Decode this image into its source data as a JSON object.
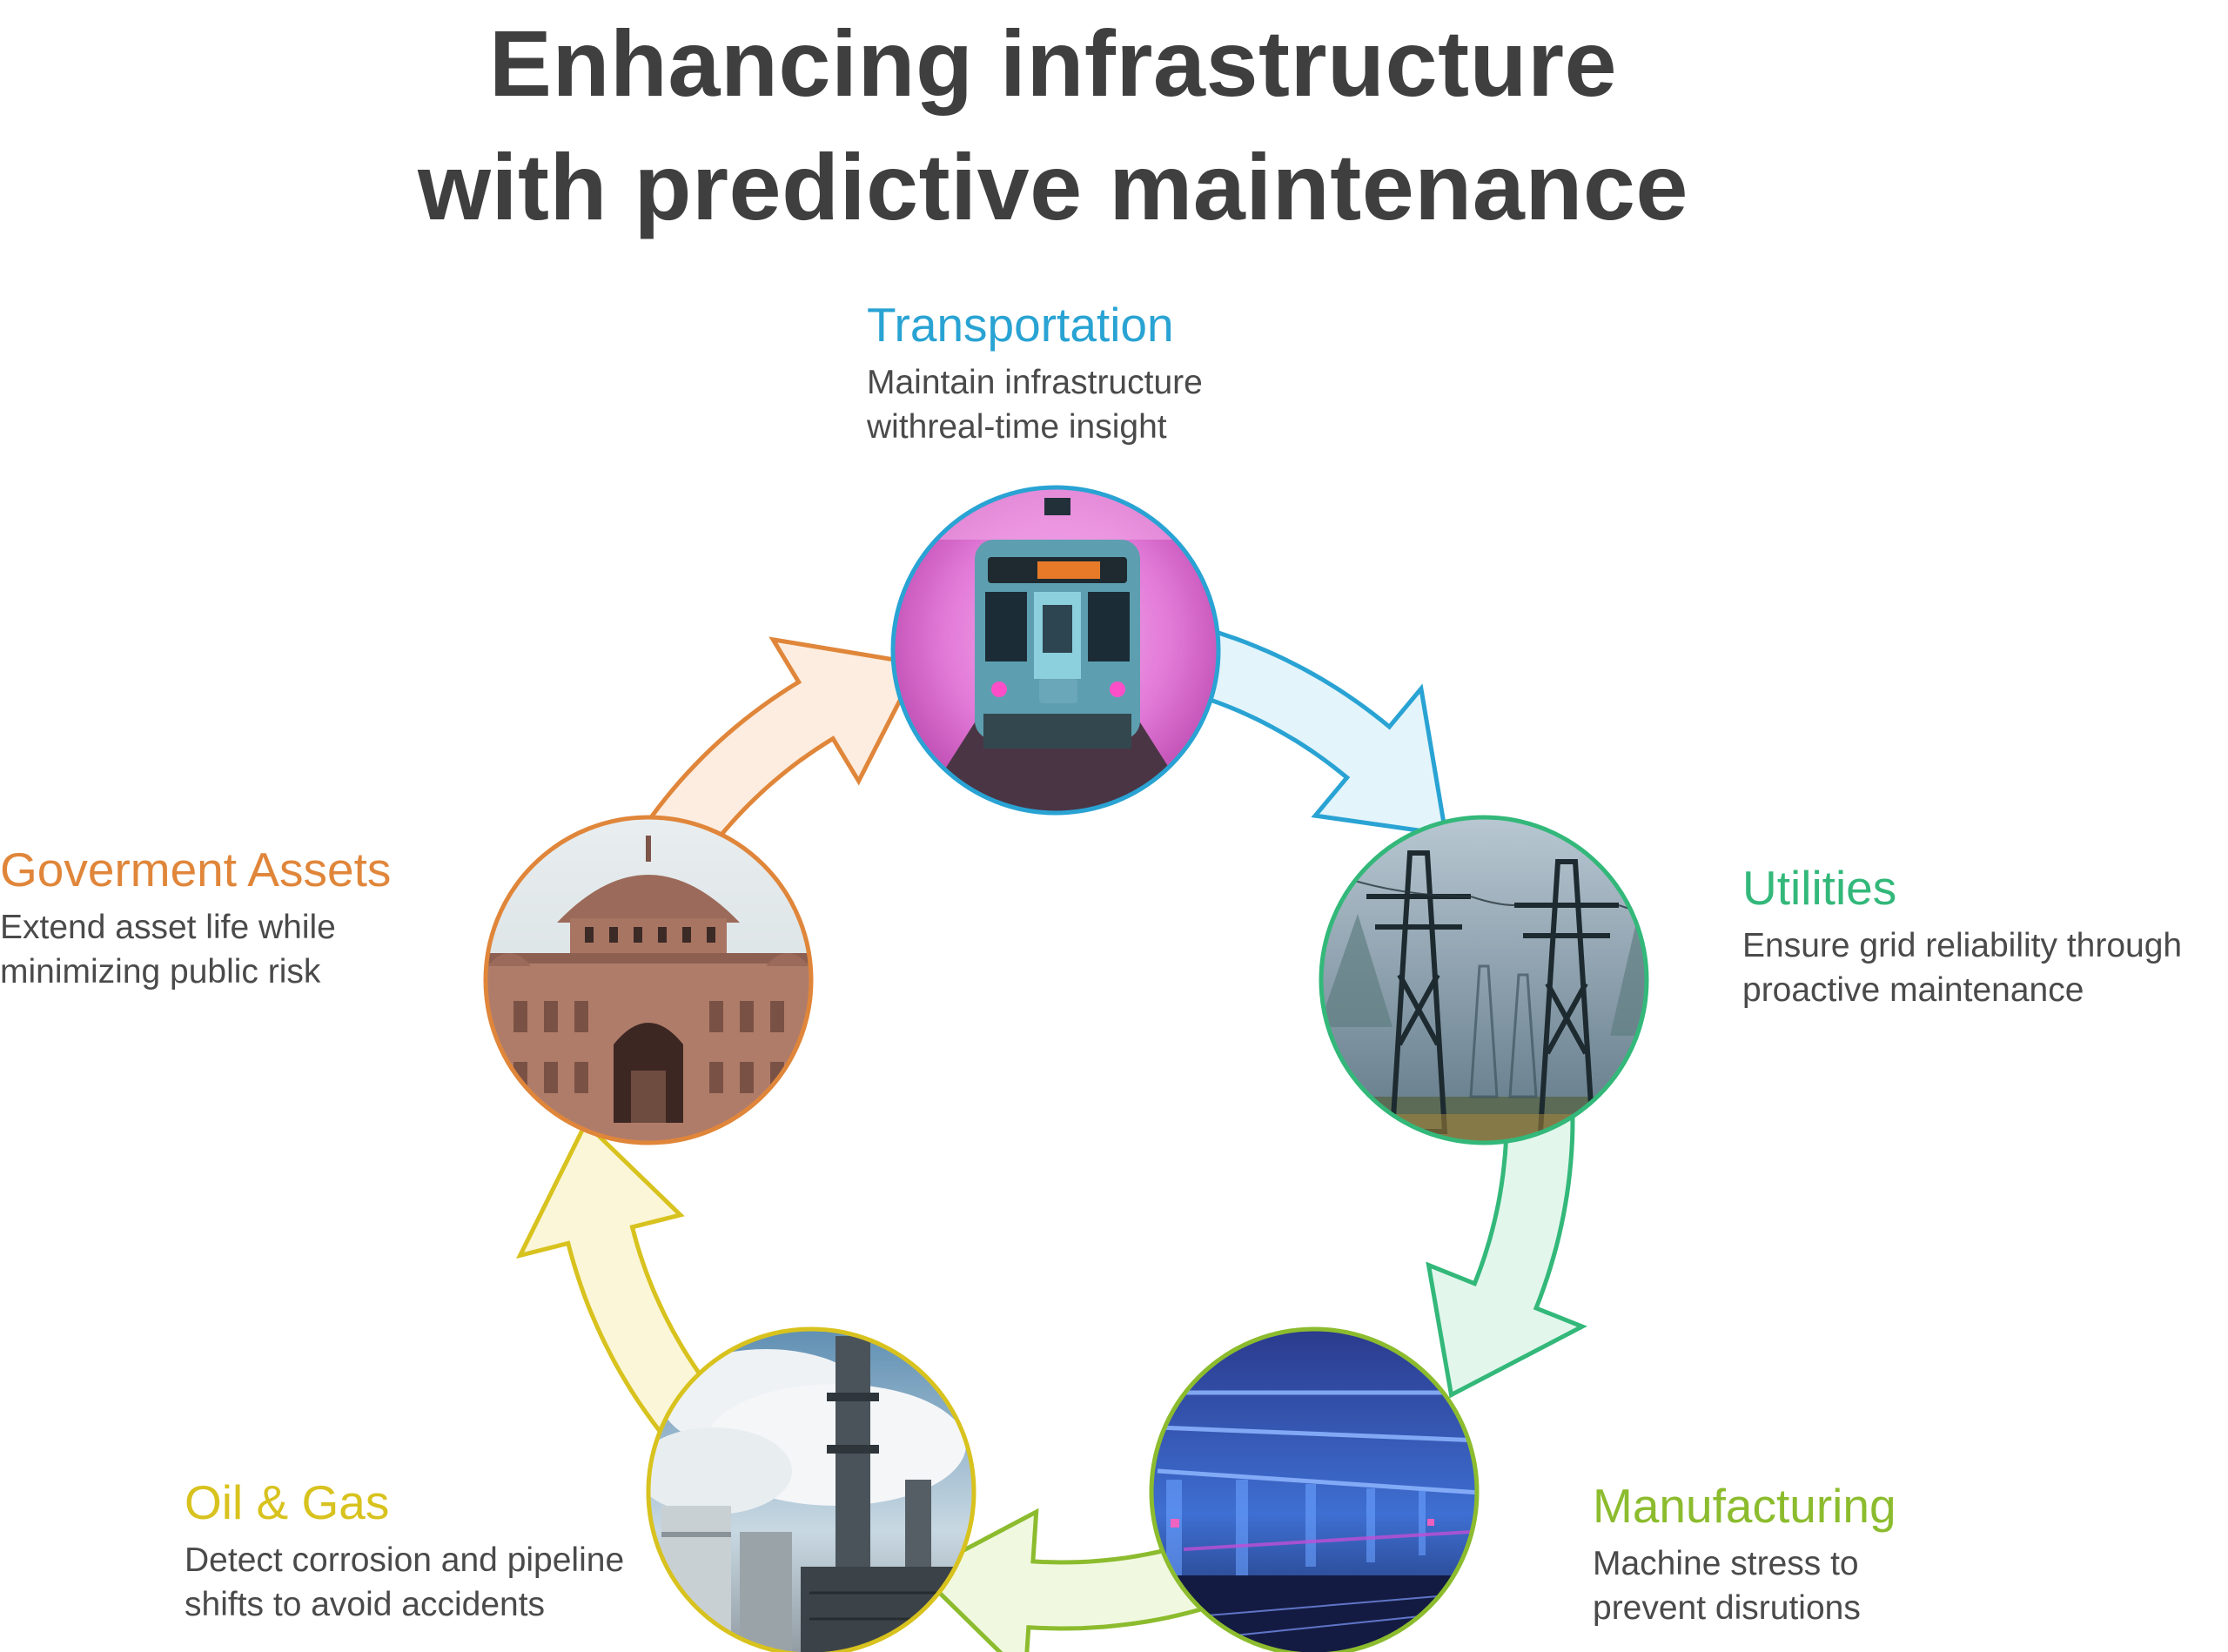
{
  "title": {
    "line1": "Enhancing infrastructure",
    "line2": "with predictive maintenance"
  },
  "segments": [
    {
      "id": "transportation",
      "heading": "Transportation",
      "desc_line1": "Maintain infrastructure",
      "desc_line2": "withreal-time insight",
      "color": "#29a3d3",
      "fill": "#e3f4fb",
      "image": "subway-train-photo"
    },
    {
      "id": "utilities",
      "heading": "Utilities",
      "desc_line1": "Ensure grid reliability through",
      "desc_line2": "proactive maintenance",
      "color": "#33b87a",
      "fill": "#e2f6ec",
      "image": "power-transmission-towers-photo"
    },
    {
      "id": "manufacturing",
      "heading": "Manufacturing",
      "desc_line1": "Machine stress to",
      "desc_line2": "prevent disrutions",
      "color": "#8cbc2e",
      "fill": "#f1f8e0",
      "image": "factory-floor-photo"
    },
    {
      "id": "oilgas",
      "heading": "Oil & Gas",
      "desc_line1": "Detect corrosion and pipeline",
      "desc_line2": "shifts to avoid accidents",
      "color": "#d8c21e",
      "fill": "#fbf6d8",
      "image": "refinery-photo"
    },
    {
      "id": "gov",
      "heading": "Goverment Assets",
      "desc_line1": "Extend asset life while",
      "desc_line2": "minimizing public risk",
      "color": "#e0863a",
      "fill": "#fcede0",
      "image": "government-building-photo"
    }
  ]
}
